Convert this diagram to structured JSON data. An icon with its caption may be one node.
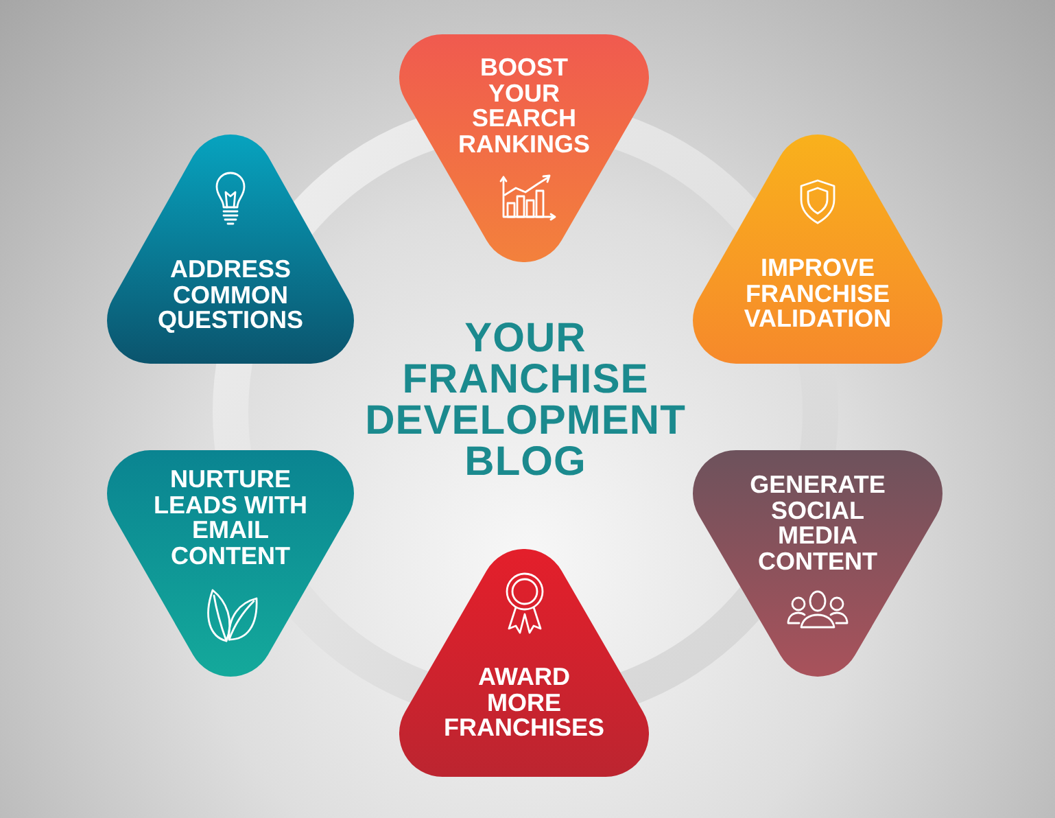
{
  "diagram": {
    "title": "YOUR FRANCHISE DEVELOPMENT BLOG",
    "nodes": [
      {
        "text": [
          "BOOST YOUR SEARCH RANKINGS"
        ]
      },
      {
        "text": [
          "ADDRESS COMMON QUESTIONS"
        ]
      },
      {
        "text": [
          "IMPROVE FRANCHISE VALIDATION"
        ]
      },
      {
        "text": [
          "NURTURE LEADS WITH EMAIL CONTENT"
        ]
      },
      {
        "text": [
          "GENERATE SOCIAL MEDIA CONTENT"
        ]
      },
      {
        "text": [
          "AWARD MORE FRANCHISES"
        ]
      }
    ]
  }
}
